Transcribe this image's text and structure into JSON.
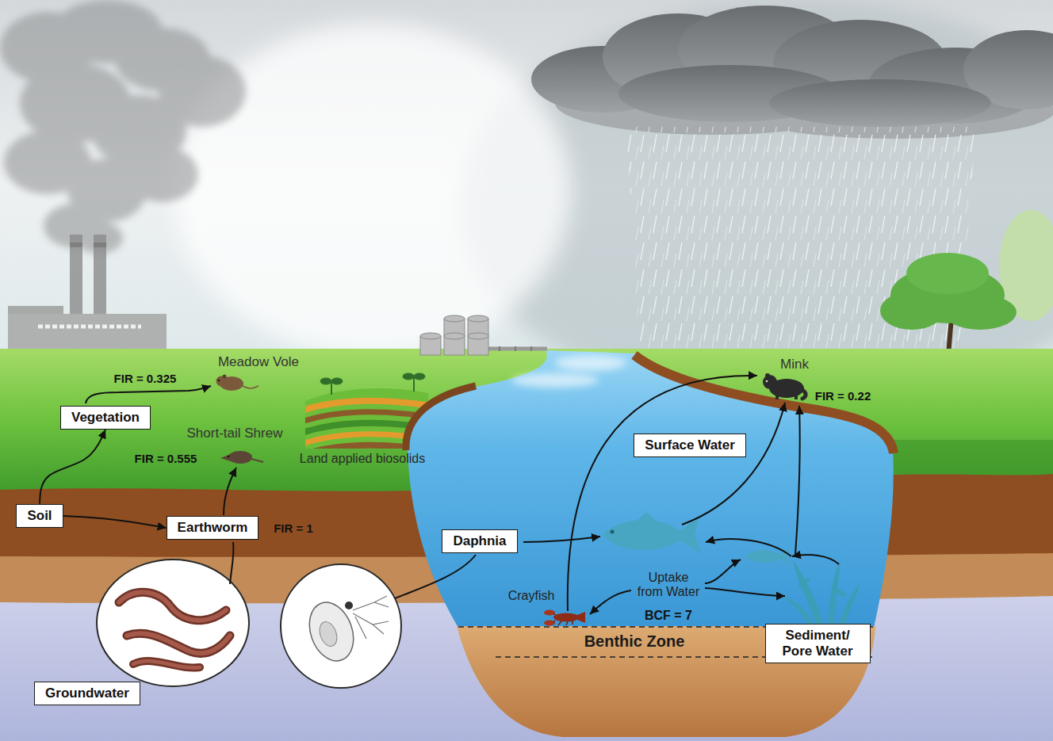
{
  "diagram": {
    "nodes": [
      {
        "text": [
          "Vegetation"
        ]
      },
      {
        "text": [
          "Surface Water"
        ]
      },
      {
        "text": [
          "Soil"
        ]
      },
      {
        "text": [
          "Earthworm"
        ]
      },
      {
        "text": [
          "Daphnia"
        ]
      },
      {
        "text": [
          "Sediment/ Pore Water"
        ]
      },
      {
        "text": [
          "Groundwater"
        ]
      }
    ],
    "edges": [
      {
        "from": 2,
        "to": 0,
        "arrow": "to"
      },
      {
        "from": 2,
        "to": 3,
        "arrow": "to"
      }
    ],
    "labels": [
      "Meadow Vole",
      "FIR = 0.325",
      "Short-tail Shrew",
      "FIR = 0.555",
      "Land applied biosolids",
      "FIR = 1",
      "Mink",
      "FIR = 0.22",
      "Crayfish",
      "Uptake from Water",
      "BCF = 7",
      "Benthic Zone"
    ]
  }
}
